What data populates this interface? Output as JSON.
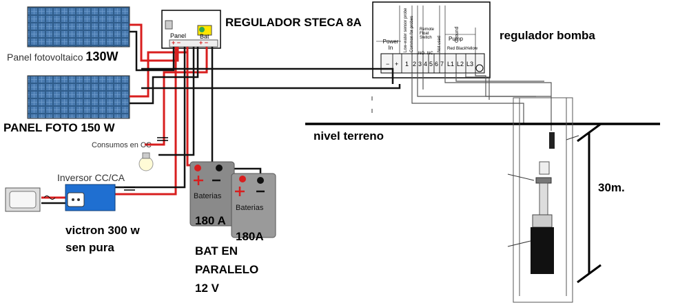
{
  "labels": {
    "panel_130_prefix": "Panel fotovoltaico",
    "panel_130_watt": "130W",
    "panel_150": "PANEL FOTO 150 W",
    "regulator_steca": "REGULADOR STECA 8A",
    "regulator_pump": "regulador bomba",
    "ground_level": "nivel terreno",
    "depth": "30m.",
    "dc_loads": "Consumos en CC",
    "inverter": "Inversor CC/CA",
    "inverter_desc_1": "victron 300 w",
    "inverter_desc_2": "sen pura",
    "battery_1_label": "Baterias",
    "battery_1_cap": "180 A",
    "battery_2_label": "Baterias",
    "battery_2_cap": "180A",
    "bank_1": "BAT EN",
    "bank_2": "PARALELO",
    "bank_3": "12 V"
  },
  "steca_terminals": {
    "panel": "Panel",
    "bat": "Bat",
    "plus_minus": "+ −",
    "plus_minus_2": "+ −"
  },
  "pump_controller": {
    "power_in": "Power In",
    "minus": "−",
    "plus": "+",
    "t1": "1",
    "t2": "2",
    "t3": "3",
    "t4": "4",
    "t5": "5",
    "t6": "6",
    "t7": "7",
    "pump": "Pump",
    "ground": "Ground",
    "l1": "L1",
    "l2": "L2",
    "l3": "L3",
    "red": "Red",
    "black": "Black",
    "yellow": "Yellow",
    "low_water": "Low-water sensor probe",
    "common": "Common for probes",
    "remote": "Remote Float Switch",
    "no": "NO",
    "nc": "NC",
    "not_used": "Not used"
  },
  "colors": {
    "wire_red": "#d81e1e",
    "wire_black": "#111111",
    "panel_blue": "#2f5c8a",
    "inverter_blue": "#1f6fd1",
    "battery_grey": "#8a8a8a"
  }
}
